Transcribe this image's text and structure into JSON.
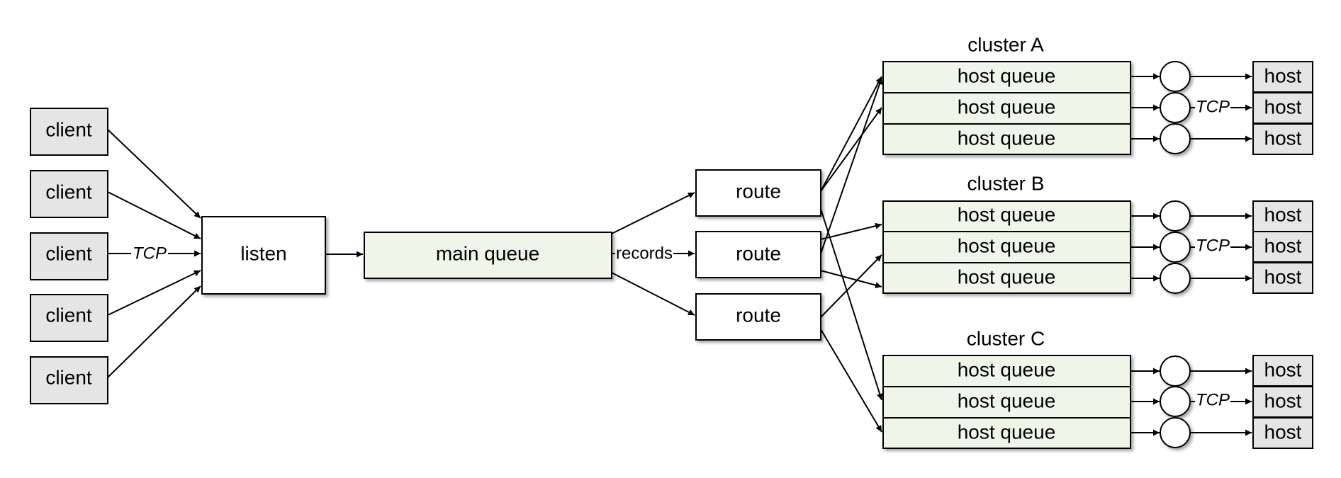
{
  "nodes": {
    "clients": [
      "client",
      "client",
      "client",
      "client",
      "client"
    ],
    "listen": "listen",
    "main_queue": "main queue",
    "routes": [
      "route",
      "route",
      "route"
    ],
    "clusters": [
      {
        "title": "cluster A",
        "queues": [
          "host queue",
          "host queue",
          "host queue"
        ],
        "hosts": [
          "host",
          "host",
          "host"
        ]
      },
      {
        "title": "cluster B",
        "queues": [
          "host queue",
          "host queue",
          "host queue"
        ],
        "hosts": [
          "host",
          "host",
          "host"
        ]
      },
      {
        "title": "cluster C",
        "queues": [
          "host queue",
          "host queue",
          "host queue"
        ],
        "hosts": [
          "host",
          "host",
          "host"
        ]
      }
    ]
  },
  "edge_labels": {
    "client_tcp": "TCP",
    "records": "records",
    "host_tcp": "TCP"
  },
  "colors": {
    "client_fill": "#e5e5e5",
    "host_fill": "#e5e5e5",
    "queue_fill": "#eff6e9",
    "stroke": "#000000"
  }
}
